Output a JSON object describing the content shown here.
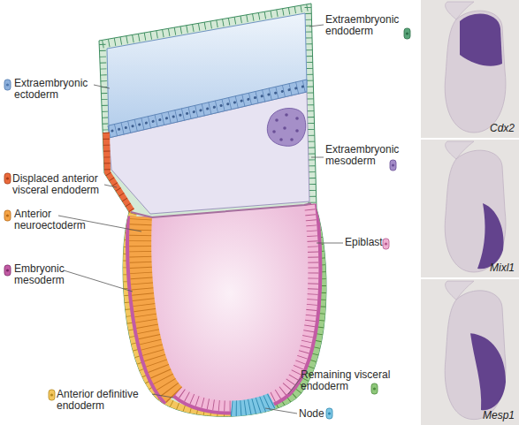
{
  "diagram": {
    "nodes": [
      {
        "text": [
          "Cdx2"
        ]
      },
      {
        "text": [
          "Mixl1"
        ]
      },
      {
        "text": [
          "Mesp1"
        ]
      }
    ],
    "labels": [
      "Extraembryonic endoderm",
      "Extraembryonic ectoderm",
      "Extraembryonic mesoderm",
      "Displaced anterior visceral endoderm",
      "Anterior neuroectoderm",
      "Epiblast",
      "Embryonic mesoderm",
      "Remaining visceral endoderm",
      "Anterior definitive endoderm",
      "Node"
    ]
  }
}
